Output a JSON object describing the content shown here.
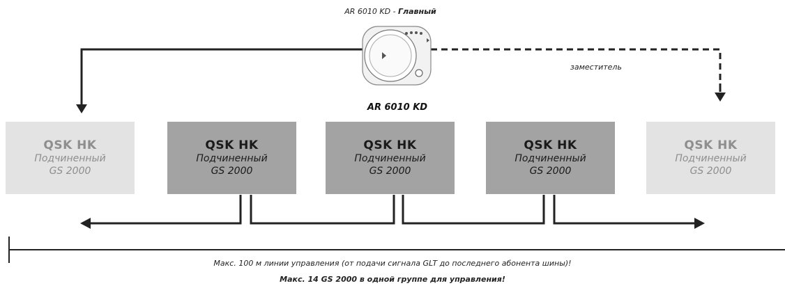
{
  "master": {
    "label_main": "AR 6010 KD - ",
    "label_role": "Главный",
    "device_name": "AR 6010 KD"
  },
  "deputy_label": "заместитель",
  "boxes": [
    {
      "title": "QSK HK",
      "role": "Подчиненный",
      "model": "GS 2000",
      "style": "light"
    },
    {
      "title": "QSK HK",
      "role": "Подчиненный",
      "model": "GS 2000",
      "style": "dark"
    },
    {
      "title": "QSK HK",
      "role": "Подчиненный",
      "model": "GS 2000",
      "style": "dark"
    },
    {
      "title": "QSK HK",
      "role": "Подчиненный",
      "model": "GS 2000",
      "style": "dark"
    },
    {
      "title": "QSK HK",
      "role": "Подчиненный",
      "model": "GS 2000",
      "style": "light"
    }
  ],
  "notes": {
    "line1": "Макс. 100 м линии управления (от подачи сигнала GLT до последнего абонента шины)!",
    "line2": "Макс. 14 GS 2000 в одной группе для управления!"
  },
  "colors": {
    "box_dark": "#a3a3a3",
    "box_light": "#e3e3e3",
    "line": "#222222"
  }
}
